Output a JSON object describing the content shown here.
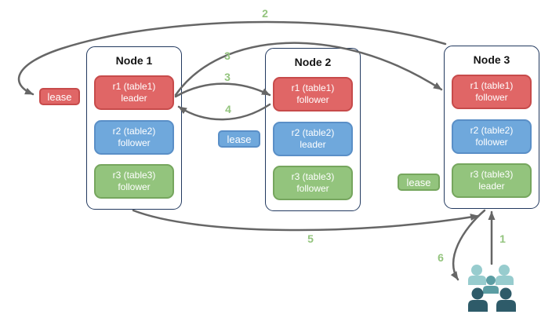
{
  "diagram": {
    "nodes": [
      {
        "name": "Node 1",
        "replicas": [
          {
            "label": "r1 (table1)",
            "role": "leader",
            "color": "red"
          },
          {
            "label": "r2 (table2)",
            "role": "follower",
            "color": "blue"
          },
          {
            "label": "r3 (table3)",
            "role": "follower",
            "color": "green"
          }
        ]
      },
      {
        "name": "Node 2",
        "replicas": [
          {
            "label": "r1 (table1)",
            "role": "follower",
            "color": "red"
          },
          {
            "label": "r2 (table2)",
            "role": "leader",
            "color": "blue"
          },
          {
            "label": "r3 (table3)",
            "role": "follower",
            "color": "green"
          }
        ]
      },
      {
        "name": "Node 3",
        "replicas": [
          {
            "label": "r1 (table1)",
            "role": "follower",
            "color": "red"
          },
          {
            "label": "r2 (table2)",
            "role": "follower",
            "color": "blue"
          },
          {
            "label": "r3 (table3)",
            "role": "leader",
            "color": "green"
          }
        ]
      }
    ],
    "leases": [
      {
        "label": "lease",
        "color": "red"
      },
      {
        "label": "lease",
        "color": "blue"
      },
      {
        "label": "lease",
        "color": "green"
      }
    ],
    "steps": {
      "s1": "1",
      "s2": "2",
      "s3a": "3",
      "s3b": "3",
      "s4": "4",
      "s5": "5",
      "s6": "6"
    },
    "icons": {
      "users_group": "users-group-icon"
    },
    "colors": {
      "red": "#e06666",
      "blue": "#6fa8dc",
      "green": "#93c47d",
      "node_border": "#22395f",
      "arrow": "#666666",
      "step_label": "#93c47d"
    }
  }
}
